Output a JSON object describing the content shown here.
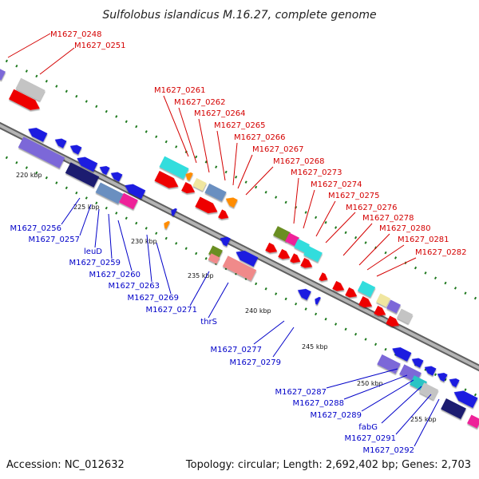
{
  "title": "Sulfolobus islandicus M.16.27, complete genome",
  "footer": {
    "accession": "Accession: NC_012632",
    "summary": "Topology: circular; Length: 2,692,402 bp; Genes: 2,703"
  },
  "colors": {
    "forward_label": "#d40000",
    "reverse_label": "#0000c8",
    "backbone": "#8c8c8c",
    "tick_marks": "#1f7a1f",
    "forward_gene": "#ee0000",
    "reverse_gene": "#1d1de0",
    "gray_gene": "#c4c4c4",
    "cyan_gene": "#33dddd",
    "teal_gene": "#2cc4c4",
    "magenta_gene": "#ee2299",
    "pink_gene": "#f08a8a",
    "khaki_gene": "#f0e6a0",
    "orange_gene": "#ff8c00",
    "olive_gene": "#6b8e23",
    "purple_gene": "#7b68d8",
    "navy_gene": "#1c1c70",
    "steel_gene": "#6a8fc0"
  },
  "ticks": [
    "220 kbp",
    "225 kbp",
    "230 kbp",
    "235 kbp",
    "240 kbp",
    "245 kbp",
    "250 kbp",
    "255 kbp"
  ],
  "labels": {
    "forward": [
      "M1627_0248",
      "M1627_0251",
      "M1627_0261",
      "M1627_0262",
      "M1627_0264",
      "M1627_0265",
      "M1627_0266",
      "M1627_0267",
      "M1627_0268",
      "M1627_0273",
      "M1627_0274",
      "M1627_0275",
      "M1627_0276",
      "M1627_0278",
      "M1627_0280",
      "M1627_0281",
      "M1627_0282"
    ],
    "reverse": [
      "M1627_0256",
      "M1627_0257",
      "leuD",
      "M1627_0259",
      "M1627_0260",
      "M1627_0263",
      "M1627_0269",
      "M1627_0271",
      "thrS",
      "M1627_0277",
      "M1627_0279",
      "M1627_0287",
      "M1627_0288",
      "M1627_0289",
      "fabG",
      "M1627_0291",
      "M1627_0292"
    ]
  }
}
